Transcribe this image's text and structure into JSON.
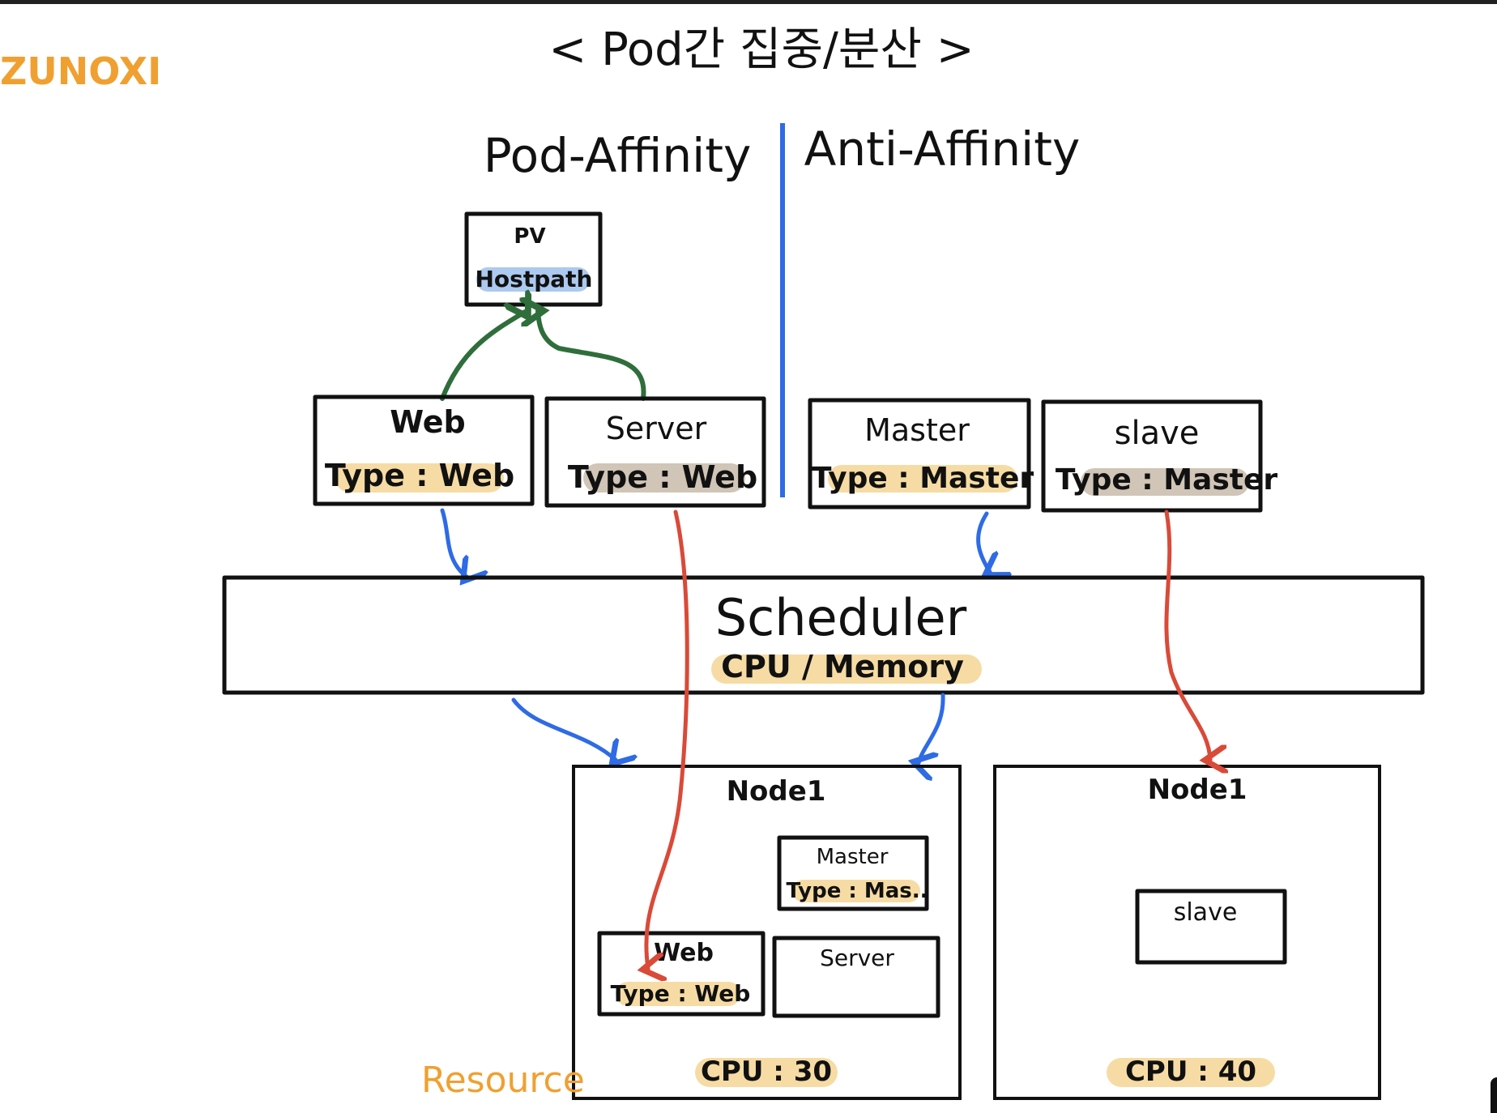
{
  "brand": {
    "logo_text": "ZUNOXI",
    "color": "#f0a030"
  },
  "title": "< Pod간 집중/분산 >",
  "sections": {
    "left": "Pod-Affinity",
    "right": "Anti-Affinity"
  },
  "pv": {
    "label": "PV",
    "tag": "Hostpath"
  },
  "pods": {
    "web": {
      "name": "Web",
      "label": "Type : Web"
    },
    "server": {
      "name": "Server",
      "label": "Type : Web"
    },
    "master": {
      "name": "Master",
      "label": "Type : Master"
    },
    "slave": {
      "name": "slave",
      "label": "Type : Master"
    }
  },
  "scheduler": {
    "name": "Scheduler",
    "label": "CPU / Memory"
  },
  "nodes": [
    {
      "name": "Node1",
      "cpu": "CPU : 30",
      "pods": {
        "master": {
          "name": "Master",
          "label": "Type : Mas.."
        },
        "web": {
          "name": "Web",
          "label": "Type : Web"
        },
        "server": {
          "name": "Server"
        }
      }
    },
    {
      "name": "Node1",
      "cpu": "CPU : 40",
      "pods": {
        "slave": {
          "name": "slave"
        }
      }
    }
  ],
  "resource_label": "Resource",
  "colors": {
    "highlight_yellow": "#f5d89a",
    "highlight_gray": "#cbbfae",
    "highlight_blue": "#a8c6ee",
    "arrow_blue": "#2e6be5",
    "arrow_red": "#d94a38",
    "arrow_green": "#2f6e3b",
    "accent_orange": "#f0a030"
  }
}
